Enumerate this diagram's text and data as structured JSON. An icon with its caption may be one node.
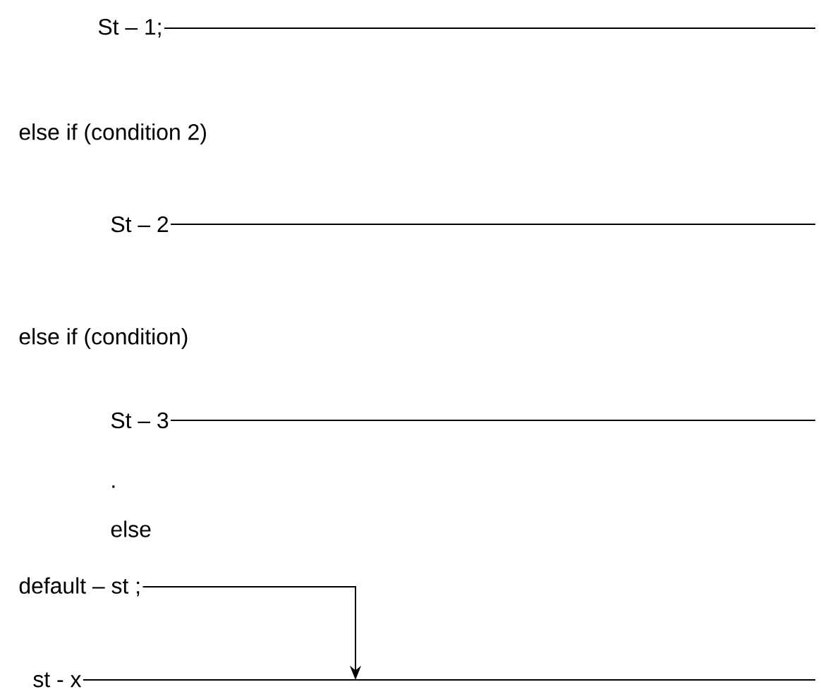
{
  "diagram": {
    "nodes": [
      {
        "text": [
          "St – 1;"
        ]
      },
      {
        "text": [
          "St – 2"
        ]
      },
      {
        "text": [
          "St – 3"
        ]
      },
      {
        "text": [
          "default – st ;"
        ]
      },
      {
        "text": [
          "st - x"
        ]
      }
    ],
    "edges": [
      {
        "from": 0,
        "to": null,
        "arrow": "none"
      },
      {
        "from": 1,
        "to": null,
        "arrow": "none"
      },
      {
        "from": 2,
        "to": null,
        "arrow": "none"
      },
      {
        "from": 3,
        "to": null,
        "arrow": "to"
      },
      {
        "from": 4,
        "to": null,
        "arrow": "none"
      }
    ],
    "labels": [
      "else  if (condition 2)",
      "else if (condition)",
      ".",
      "else"
    ]
  }
}
